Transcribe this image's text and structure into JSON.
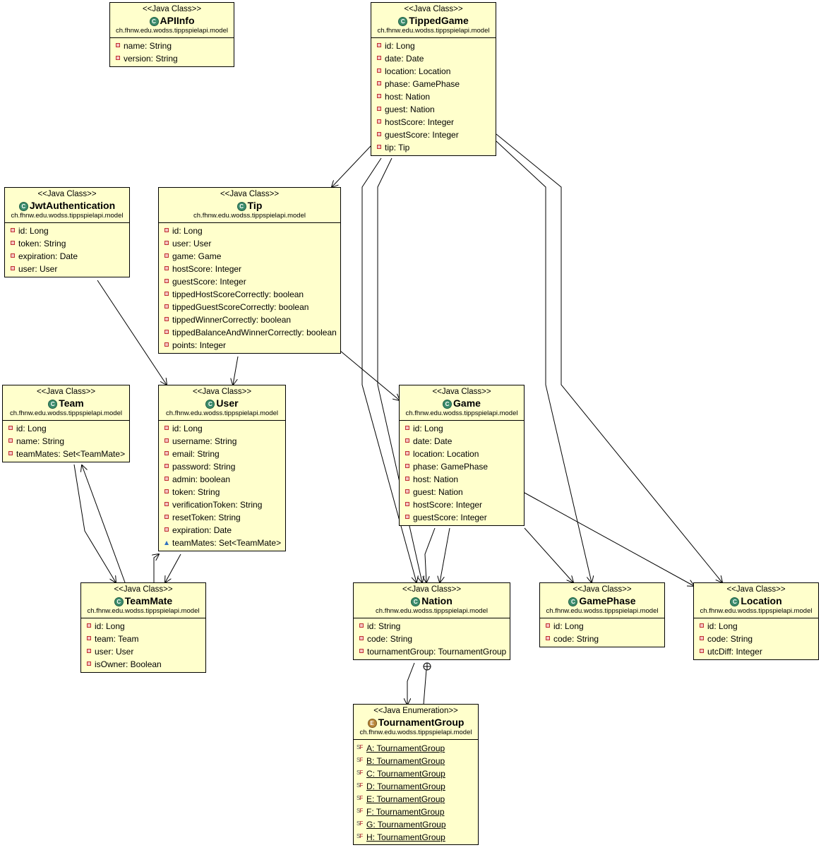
{
  "classes": {
    "apiinfo": {
      "stereotype": "<<Java Class>>",
      "name": "APIInfo",
      "package": "ch.fhnw.edu.wodss.tippspielapi.model",
      "attributes": [
        "name: String",
        "version: String"
      ]
    },
    "tippedgame": {
      "stereotype": "<<Java Class>>",
      "name": "TippedGame",
      "package": "ch.fhnw.edu.wodss.tippspielapi.model",
      "attributes": [
        "id: Long",
        "date: Date",
        "location: Location",
        "phase: GamePhase",
        "host: Nation",
        "guest: Nation",
        "hostScore: Integer",
        "guestScore: Integer",
        "tip: Tip"
      ]
    },
    "jwtauth": {
      "stereotype": "<<Java Class>>",
      "name": "JwtAuthentication",
      "package": "ch.fhnw.edu.wodss.tippspielapi.model",
      "attributes": [
        "id: Long",
        "token: String",
        "expiration: Date",
        "user: User"
      ]
    },
    "tip": {
      "stereotype": "<<Java Class>>",
      "name": "Tip",
      "package": "ch.fhnw.edu.wodss.tippspielapi.model",
      "attributes": [
        "id: Long",
        "user: User",
        "game: Game",
        "hostScore: Integer",
        "guestScore: Integer",
        "tippedHostScoreCorrectly: boolean",
        "tippedGuestScoreCorrectly: boolean",
        "tippedWinnerCorrectly: boolean",
        "tippedBalanceAndWinnerCorrectly: boolean",
        "points: Integer"
      ]
    },
    "team": {
      "stereotype": "<<Java Class>>",
      "name": "Team",
      "package": "ch.fhnw.edu.wodss.tippspielapi.model",
      "attributes": [
        "id: Long",
        "name: String",
        "teamMates: Set<TeamMate>"
      ]
    },
    "user": {
      "stereotype": "<<Java Class>>",
      "name": "User",
      "package": "ch.fhnw.edu.wodss.tippspielapi.model",
      "attributes": [
        "id: Long",
        "username: String",
        "email: String",
        "password: String",
        "admin: boolean",
        "token: String",
        "verificationToken: String",
        "resetToken: String",
        "expiration: Date",
        "teamMates: Set<TeamMate>"
      ]
    },
    "game": {
      "stereotype": "<<Java Class>>",
      "name": "Game",
      "package": "ch.fhnw.edu.wodss.tippspielapi.model",
      "attributes": [
        "id: Long",
        "date: Date",
        "location: Location",
        "phase: GamePhase",
        "host: Nation",
        "guest: Nation",
        "hostScore: Integer",
        "guestScore: Integer"
      ]
    },
    "teammate": {
      "stereotype": "<<Java Class>>",
      "name": "TeamMate",
      "package": "ch.fhnw.edu.wodss.tippspielapi.model",
      "attributes": [
        "id: Long",
        "team: Team",
        "user: User",
        "isOwner: Boolean"
      ]
    },
    "nation": {
      "stereotype": "<<Java Class>>",
      "name": "Nation",
      "package": "ch.fhnw.edu.wodss.tippspielapi.model",
      "attributes": [
        "id: String",
        "code: String",
        "tournamentGroup: TournamentGroup"
      ]
    },
    "gamephase": {
      "stereotype": "<<Java Class>>",
      "name": "GamePhase",
      "package": "ch.fhnw.edu.wodss.tippspielapi.model",
      "attributes": [
        "id: Long",
        "code: String"
      ]
    },
    "location": {
      "stereotype": "<<Java Class>>",
      "name": "Location",
      "package": "ch.fhnw.edu.wodss.tippspielapi.model",
      "attributes": [
        "id: Long",
        "code: String",
        "utcDiff: Integer"
      ]
    },
    "tournamentgroup": {
      "stereotype": "<<Java Enumeration>>",
      "name": "TournamentGroup",
      "package": "ch.fhnw.edu.wodss.tippspielapi.model",
      "attributes": [
        "A: TournamentGroup",
        "B: TournamentGroup",
        "C: TournamentGroup",
        "D: TournamentGroup",
        "E: TournamentGroup",
        "F: TournamentGroup",
        "G: TournamentGroup",
        "H: TournamentGroup"
      ]
    }
  },
  "colors": {
    "box_fill": "#ffffcc",
    "class_icon": "#3d8d6d",
    "enum_icon": "#b8863b",
    "private_marker": "#c03030",
    "package_marker": "#3070c0"
  }
}
